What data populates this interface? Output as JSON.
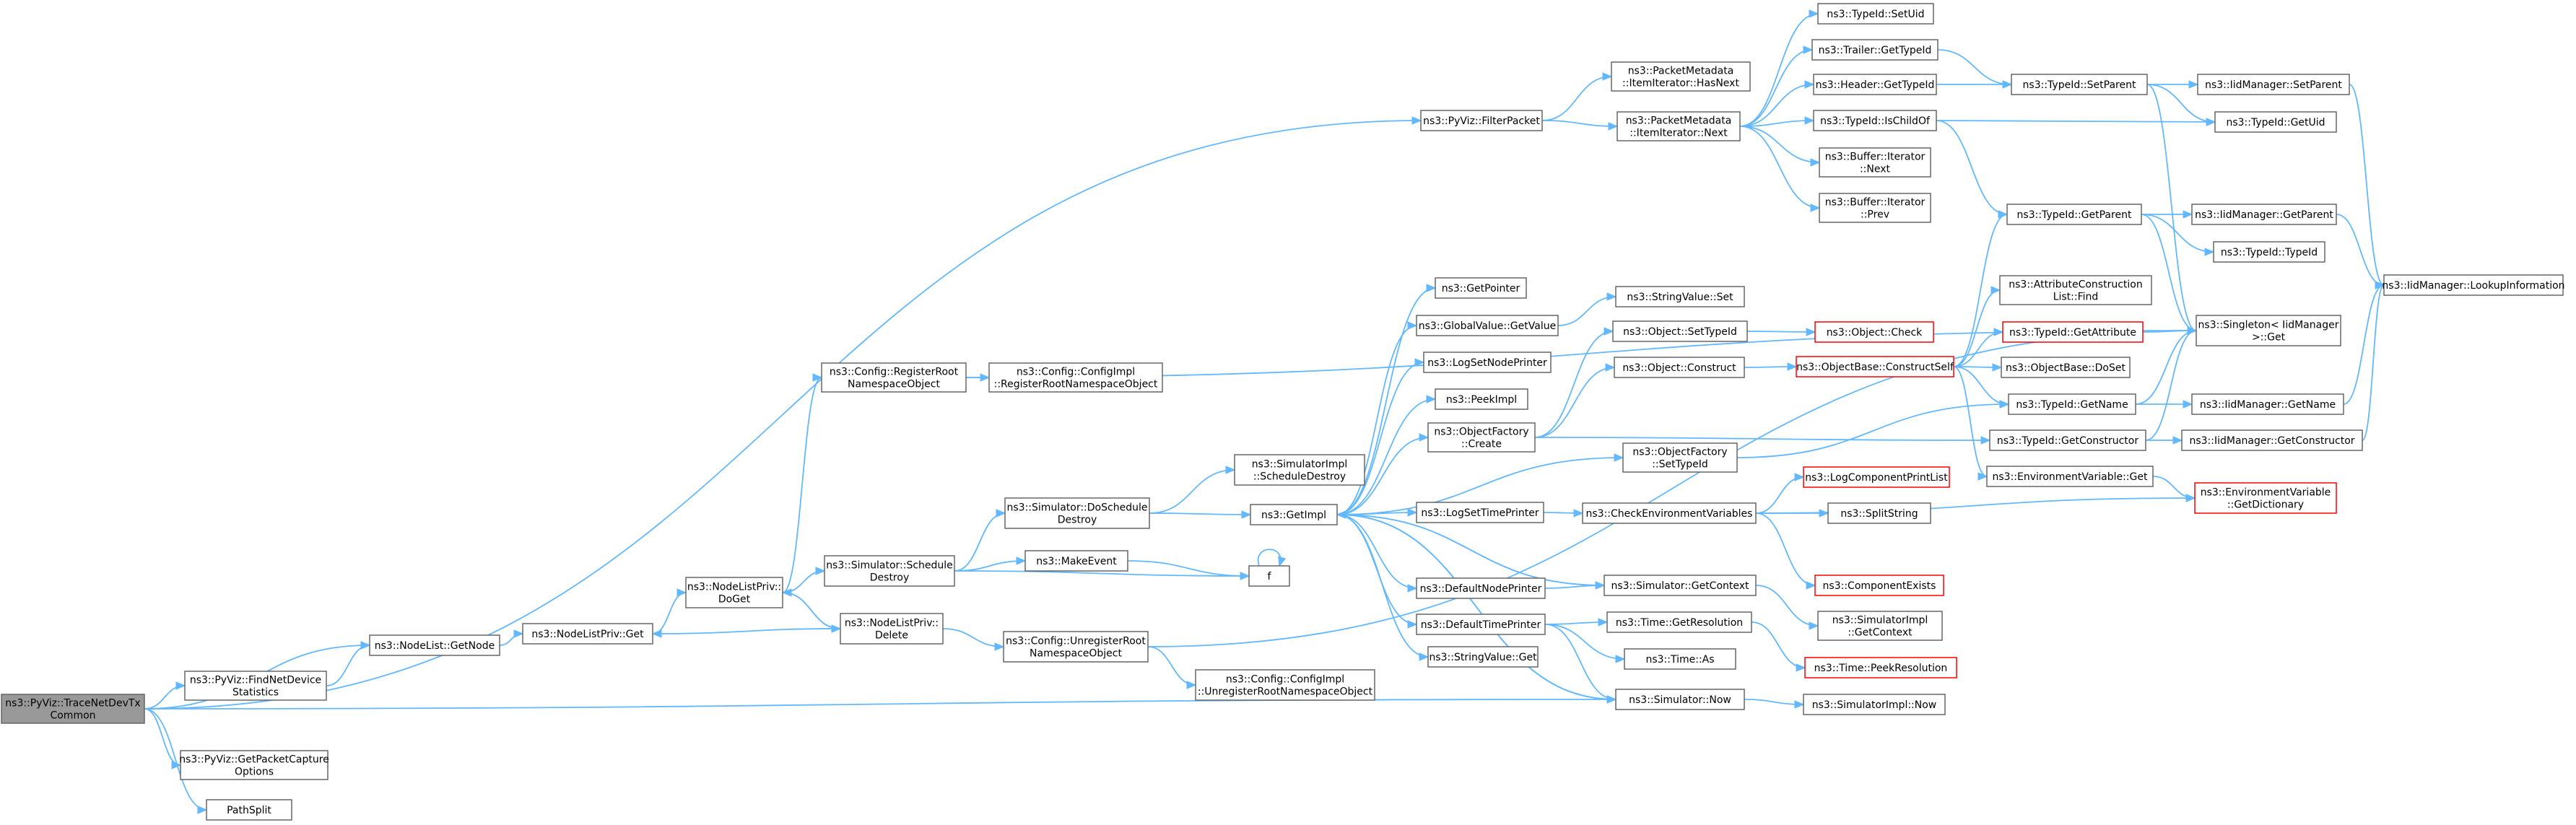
{
  "colors": {
    "edge": "#63b8ff",
    "box_border": "#666666",
    "root_fill": "#999999",
    "red_border": "#ff0000",
    "background": "#ffffff"
  },
  "nodes": [
    {
      "id": "root",
      "lines": [
        "ns3::PyViz::TraceNetDevTx",
        "Common"
      ],
      "style": "root"
    },
    {
      "id": "findnet",
      "lines": [
        "ns3::PyViz::FindNetDevice",
        "Statistics"
      ]
    },
    {
      "id": "getpkt",
      "lines": [
        "ns3::PyViz::GetPacketCapture",
        "Options"
      ]
    },
    {
      "id": "pathsplit",
      "lines": [
        "PathSplit"
      ]
    },
    {
      "id": "nodelistget",
      "lines": [
        "ns3::NodeList::GetNode"
      ]
    },
    {
      "id": "nlprivget",
      "lines": [
        "ns3::NodeListPriv::Get"
      ]
    },
    {
      "id": "nlprivdoget",
      "lines": [
        "ns3::NodeListPriv::",
        "DoGet"
      ]
    },
    {
      "id": "nlprivdelete",
      "lines": [
        "ns3::NodeListPriv::",
        "Delete"
      ]
    },
    {
      "id": "cfgregroot",
      "lines": [
        "ns3::Config::RegisterRoot",
        "NamespaceObject"
      ]
    },
    {
      "id": "cfgimplreg",
      "lines": [
        "ns3::Config::ConfigImpl",
        "::RegisterRootNamespaceObject"
      ]
    },
    {
      "id": "simschedule",
      "lines": [
        "ns3::Simulator::Schedule",
        "Destroy"
      ]
    },
    {
      "id": "simdoschedule",
      "lines": [
        "ns3::Simulator::DoSchedule",
        "Destroy"
      ]
    },
    {
      "id": "makeevent",
      "lines": [
        "ns3::MakeEvent"
      ]
    },
    {
      "id": "cfgunreg",
      "lines": [
        "ns3::Config::UnregisterRoot",
        "NamespaceObject"
      ]
    },
    {
      "id": "cfgimplunreg",
      "lines": [
        "ns3::Config::ConfigImpl",
        "::UnregisterRootNamespaceObject"
      ]
    },
    {
      "id": "simimplsched",
      "lines": [
        "ns3::SimulatorImpl",
        "::ScheduleDestroy"
      ]
    },
    {
      "id": "getimpl",
      "lines": [
        "ns3::GetImpl"
      ]
    },
    {
      "id": "f",
      "lines": [
        "f"
      ]
    },
    {
      "id": "pyvizfilter",
      "lines": [
        "ns3::PyViz::FilterPacket"
      ]
    },
    {
      "id": "pmhasnext",
      "lines": [
        "ns3::PacketMetadata",
        "::ItemIterator::HasNext"
      ]
    },
    {
      "id": "pmnext",
      "lines": [
        "ns3::PacketMetadata",
        "::ItemIterator::Next"
      ]
    },
    {
      "id": "getpointer",
      "lines": [
        "ns3::GetPointer"
      ]
    },
    {
      "id": "gvgetvalue",
      "lines": [
        "ns3::GlobalValue::GetValue"
      ]
    },
    {
      "id": "logsetnode",
      "lines": [
        "ns3::LogSetNodePrinter"
      ]
    },
    {
      "id": "peekimpl",
      "lines": [
        "ns3::PeekImpl"
      ]
    },
    {
      "id": "objfcreate",
      "lines": [
        "ns3::ObjectFactory",
        "::Create"
      ]
    },
    {
      "id": "logsettime",
      "lines": [
        "ns3::LogSetTimePrinter"
      ]
    },
    {
      "id": "defnodeprinter",
      "lines": [
        "ns3::DefaultNodePrinter"
      ]
    },
    {
      "id": "deftimeprinter",
      "lines": [
        "ns3::DefaultTimePrinter"
      ]
    },
    {
      "id": "strvalueget",
      "lines": [
        "ns3::StringValue::Get"
      ]
    },
    {
      "id": "strvalueset",
      "lines": [
        "ns3::StringValue::Set"
      ]
    },
    {
      "id": "objsettypeid",
      "lines": [
        "ns3::Object::SetTypeId"
      ]
    },
    {
      "id": "objconstruct",
      "lines": [
        "ns3::Object::Construct"
      ]
    },
    {
      "id": "objfsettypeid",
      "lines": [
        "ns3::ObjectFactory",
        "::SetTypeId"
      ]
    },
    {
      "id": "checkenv",
      "lines": [
        "ns3::CheckEnvironmentVariables"
      ]
    },
    {
      "id": "simgetcontext",
      "lines": [
        "ns3::Simulator::GetContext"
      ]
    },
    {
      "id": "timegetres",
      "lines": [
        "ns3::Time::GetResolution"
      ]
    },
    {
      "id": "timeas",
      "lines": [
        "ns3::Time::As"
      ]
    },
    {
      "id": "simnow",
      "lines": [
        "ns3::Simulator::Now"
      ]
    },
    {
      "id": "typeidsetuid",
      "lines": [
        "ns3::TypeId::SetUid"
      ]
    },
    {
      "id": "trailergettypeid",
      "lines": [
        "ns3::Trailer::GetTypeId"
      ]
    },
    {
      "id": "headergettypeid",
      "lines": [
        "ns3::Header::GetTypeId"
      ]
    },
    {
      "id": "typeidischildof",
      "lines": [
        "ns3::TypeId::IsChildOf"
      ]
    },
    {
      "id": "bufnext",
      "lines": [
        "ns3::Buffer::Iterator",
        "::Next"
      ]
    },
    {
      "id": "bufprev",
      "lines": [
        "ns3::Buffer::Iterator",
        "::Prev"
      ]
    },
    {
      "id": "objcheck",
      "lines": [
        "ns3::Object::Check"
      ],
      "style": "red"
    },
    {
      "id": "objbaseconstruct",
      "lines": [
        "ns3::ObjectBase::ConstructSelf"
      ],
      "style": "red"
    },
    {
      "id": "logcomplist",
      "lines": [
        "ns3::LogComponentPrintList"
      ],
      "style": "red"
    },
    {
      "id": "splitstring",
      "lines": [
        "ns3::SplitString"
      ]
    },
    {
      "id": "compexists",
      "lines": [
        "ns3::ComponentExists"
      ],
      "style": "red"
    },
    {
      "id": "simimplgetctx",
      "lines": [
        "ns3::SimulatorImpl",
        "::GetContext"
      ]
    },
    {
      "id": "timepeekres",
      "lines": [
        "ns3::Time::PeekResolution"
      ],
      "style": "red"
    },
    {
      "id": "simimplnow",
      "lines": [
        "ns3::SimulatorImpl::Now"
      ]
    },
    {
      "id": "typeidsetparent",
      "lines": [
        "ns3::TypeId::SetParent"
      ]
    },
    {
      "id": "typeidgetparent",
      "lines": [
        "ns3::TypeId::GetParent"
      ]
    },
    {
      "id": "attrconstfind",
      "lines": [
        "ns3::AttributeConstruction",
        "List::Find"
      ]
    },
    {
      "id": "typeidgetattr",
      "lines": [
        "ns3::TypeId::GetAttribute"
      ],
      "style": "red"
    },
    {
      "id": "objbasedoset",
      "lines": [
        "ns3::ObjectBase::DoSet"
      ]
    },
    {
      "id": "typeidgetname",
      "lines": [
        "ns3::TypeId::GetName"
      ]
    },
    {
      "id": "typeidgetctor",
      "lines": [
        "ns3::TypeId::GetConstructor"
      ]
    },
    {
      "id": "envvarget",
      "lines": [
        "ns3::EnvironmentVariable::Get"
      ]
    },
    {
      "id": "iidsetparent",
      "lines": [
        "ns3::IidManager::SetParent"
      ]
    },
    {
      "id": "typeidgetuid",
      "lines": [
        "ns3::TypeId::GetUid"
      ]
    },
    {
      "id": "iidgetparent",
      "lines": [
        "ns3::IidManager::GetParent"
      ]
    },
    {
      "id": "typeidtypeid",
      "lines": [
        "ns3::TypeId::TypeId"
      ]
    },
    {
      "id": "singletonget",
      "lines": [
        "ns3::Singleton< IidManager",
        ">::Get"
      ]
    },
    {
      "id": "iidgetname",
      "lines": [
        "ns3::IidManager::GetName"
      ]
    },
    {
      "id": "iidgetctor",
      "lines": [
        "ns3::IidManager::GetConstructor"
      ]
    },
    {
      "id": "envvargetdict",
      "lines": [
        "ns3::EnvironmentVariable",
        "::GetDictionary"
      ],
      "style": "red"
    },
    {
      "id": "iidlookup",
      "lines": [
        "ns3::IidManager::LookupInformation"
      ]
    }
  ]
}
